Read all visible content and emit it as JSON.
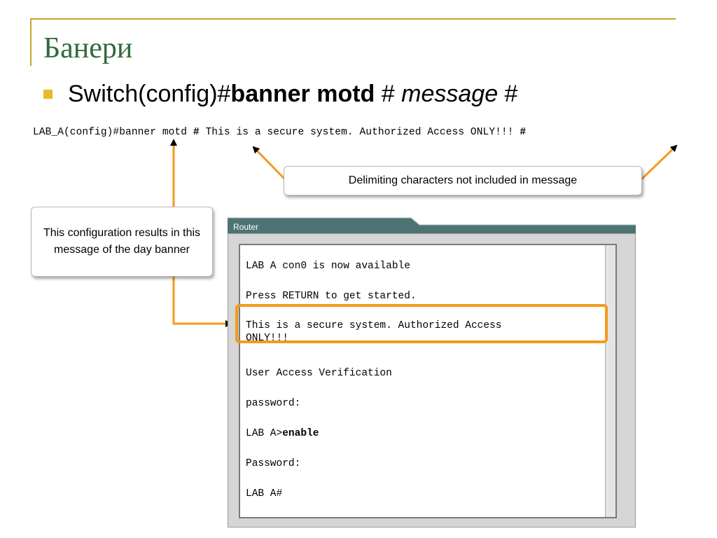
{
  "slide": {
    "title": "Банери",
    "bullet": {
      "prefix": "Switch(config)#",
      "command": "banner motd",
      "sep1": " # ",
      "arg": "message",
      "sep2": " #"
    }
  },
  "command_line": {
    "prompt": "LAB_A(config)#banner motd ",
    "delim_start": "#",
    "message": " This is a secure system. Authorized Access ONLY!!! ",
    "delim_end": "#"
  },
  "callouts": {
    "delimiters": "Delimiting characters not included in message",
    "result": "This configuration results in this message of the day banner"
  },
  "router": {
    "title": "Router",
    "lines": [
      "LAB A con0 is now available",
      "Press RETURN to get started.",
      "This is a secure system. Authorized Access",
      "ONLY!!!",
      "User Access Verification",
      "password:",
      "LAB A>",
      "Password:",
      "LAB A#"
    ],
    "enable_cmd": "enable"
  },
  "colors": {
    "accent": "#c9a227",
    "title": "#2e6b3a",
    "bullet": "#e8b92e",
    "arrow": "#f39a1c",
    "router_titlebar": "#4e7374"
  }
}
